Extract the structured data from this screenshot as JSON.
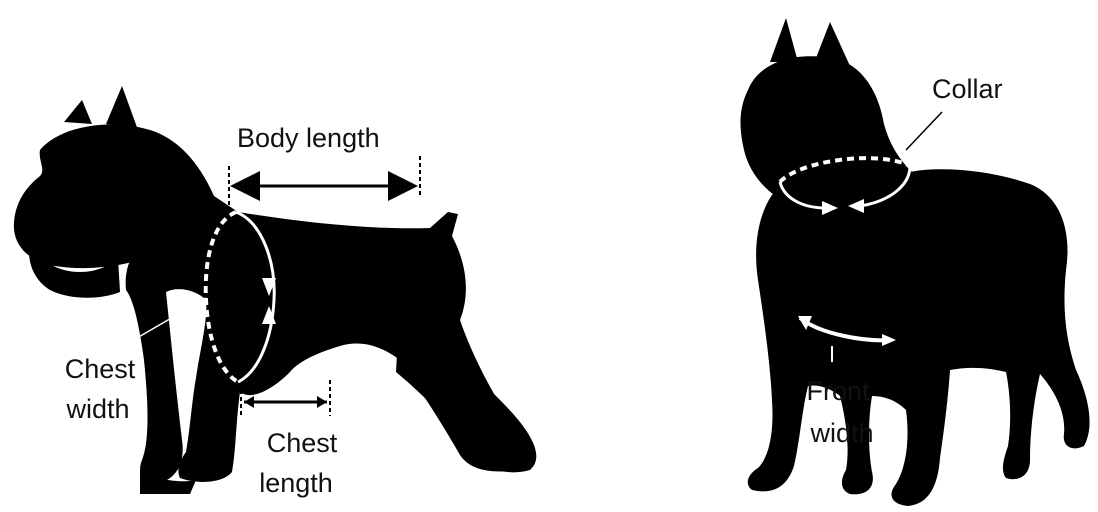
{
  "labels": {
    "body_length": "Body length",
    "chest_width_line1": "Chest",
    "chest_width_line2": "width",
    "chest_length_line1": "Chest",
    "chest_length_line2": "length",
    "collar": "Collar",
    "front_width_line1": "Front",
    "front_width_line2": "width"
  },
  "colors": {
    "silhouette": "#000000",
    "background": "#ffffff",
    "measure_line_on_dark": "#ffffff",
    "measure_line_on_light": "#000000",
    "label_text": "#111111"
  }
}
